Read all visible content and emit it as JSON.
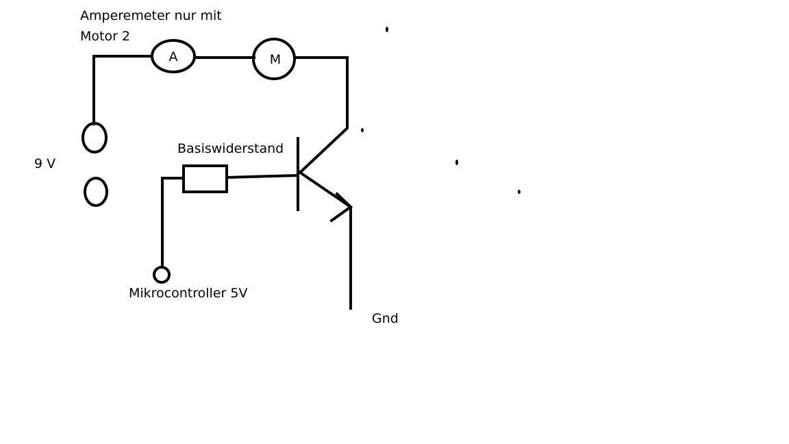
{
  "labels": {
    "ammeter_note_line1": "Amperemeter nur mit",
    "ammeter_note_line2": "Motor 2",
    "supply_voltage": "9 V",
    "base_resistor": "Basiswiderstand",
    "microcontroller": "Mikrocontroller 5V",
    "ground": "Gnd"
  },
  "symbols": {
    "ammeter": "A",
    "motor": "M"
  },
  "colors": {
    "ink": "#000000",
    "background": "#ffffff"
  }
}
